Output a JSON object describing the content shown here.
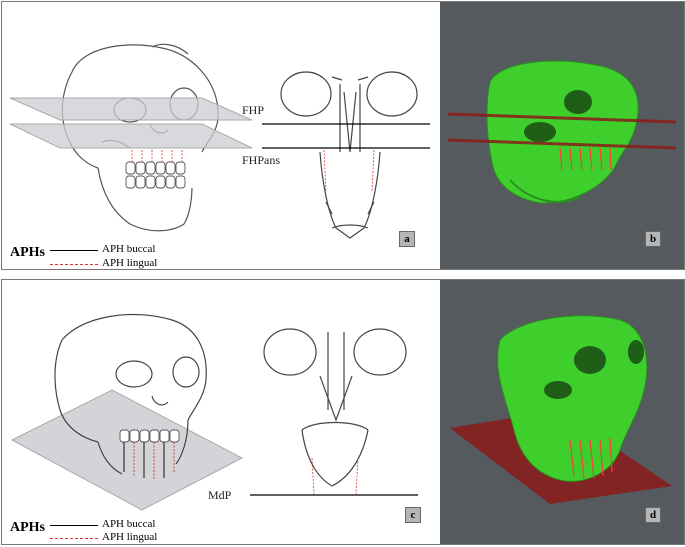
{
  "top_panel": {
    "plane_upper": "FHP",
    "plane_lower": "FHPans",
    "badge_illustration": "a",
    "badge_render": "b",
    "legend": {
      "title": "APHs",
      "buccal": "APH buccal",
      "lingual": "APH lingual"
    }
  },
  "bottom_panel": {
    "plane": "MdP",
    "badge_illustration": "c",
    "badge_render": "d",
    "legend": {
      "title": "APHs",
      "buccal": "APH buccal",
      "lingual": "APH lingual"
    }
  },
  "colors": {
    "render_background": "#555a5e",
    "bone_green": "#3fcf2d",
    "plane_red": "#8b1a1a",
    "lingual_line": "#d33333",
    "plane_gray": "#c9ccd0"
  }
}
